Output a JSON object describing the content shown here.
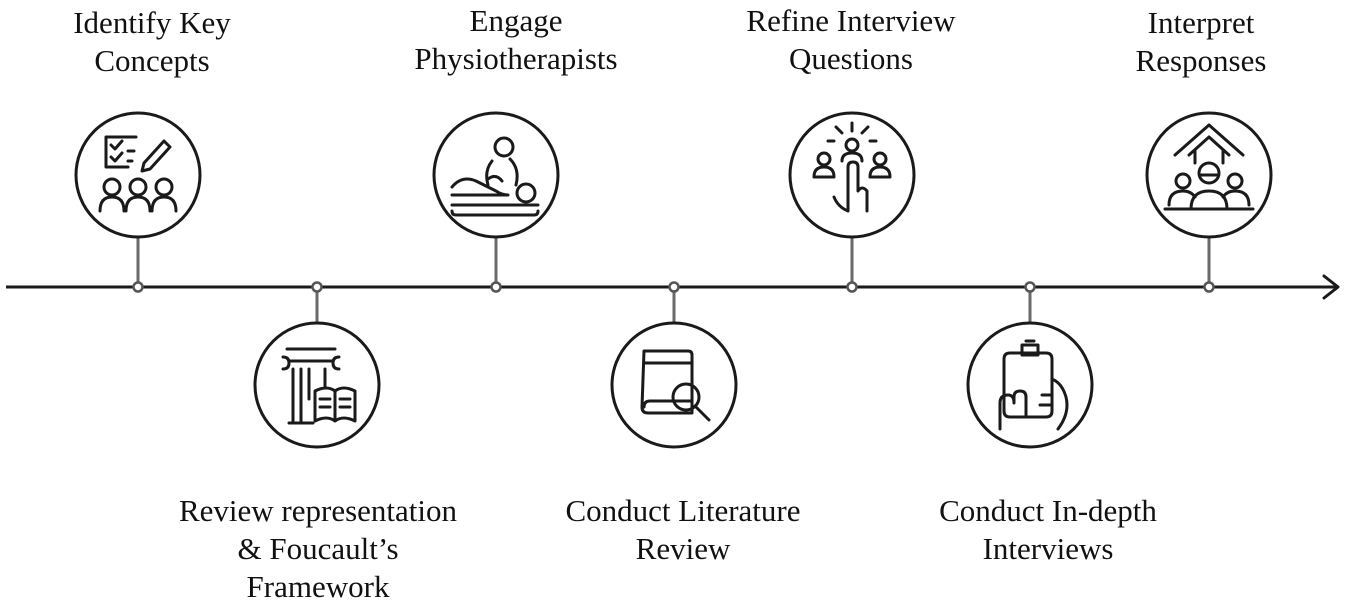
{
  "diagram": {
    "steps": [
      {
        "id": "identify",
        "position": "above",
        "lines": [
          "Identify Key",
          "Concepts"
        ],
        "icon": "checklist-team-icon"
      },
      {
        "id": "review",
        "position": "below",
        "lines": [
          "Review representation",
          "& Foucault’s",
          "Framework"
        ],
        "icon": "column-book-icon"
      },
      {
        "id": "engage",
        "position": "above",
        "lines": [
          "Engage",
          "Physiotherapists"
        ],
        "icon": "physiotherapy-icon"
      },
      {
        "id": "literature",
        "position": "below",
        "lines": [
          "Conduct Literature",
          "Review"
        ],
        "icon": "book-search-icon"
      },
      {
        "id": "refine",
        "position": "above",
        "lines": [
          "Refine Interview",
          "Questions"
        ],
        "icon": "group-select-icon"
      },
      {
        "id": "interviews",
        "position": "below",
        "lines": [
          "Conduct In-depth",
          "Interviews"
        ],
        "icon": "clipboard-hand-icon"
      },
      {
        "id": "interpret",
        "position": "above",
        "lines": [
          "Interpret",
          "Responses"
        ],
        "icon": "growth-team-icon"
      }
    ],
    "colors": {
      "line": "#1a1a1a",
      "node_fill": "#ffffff",
      "text": "#111111"
    }
  }
}
